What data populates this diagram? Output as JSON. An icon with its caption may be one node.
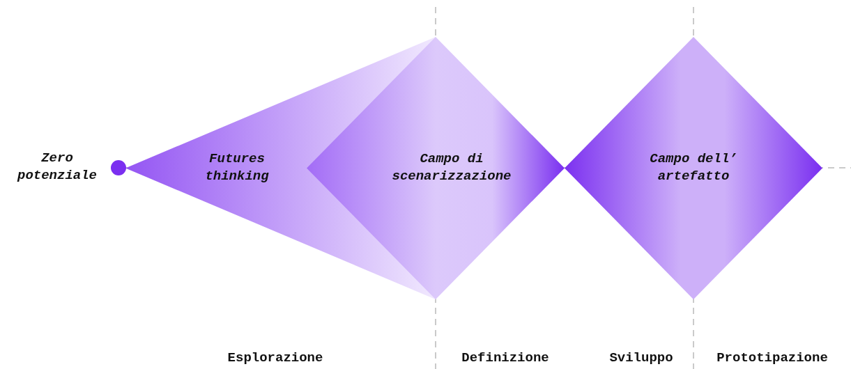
{
  "diagram": {
    "nodes": [
      {
        "text": [],
        "shape": "circle",
        "beside": [
          "Zero potenziale"
        ]
      },
      {
        "text": [
          "Futures thinking"
        ]
      },
      {
        "text": [
          "Campo di scenarizzazione"
        ]
      },
      {
        "text": [
          "Campo dell’ artefatto"
        ]
      }
    ],
    "edges": [],
    "labels": [
      "Esplorazione",
      "Definizione",
      "Sviluppo",
      "Prototipazione"
    ]
  }
}
